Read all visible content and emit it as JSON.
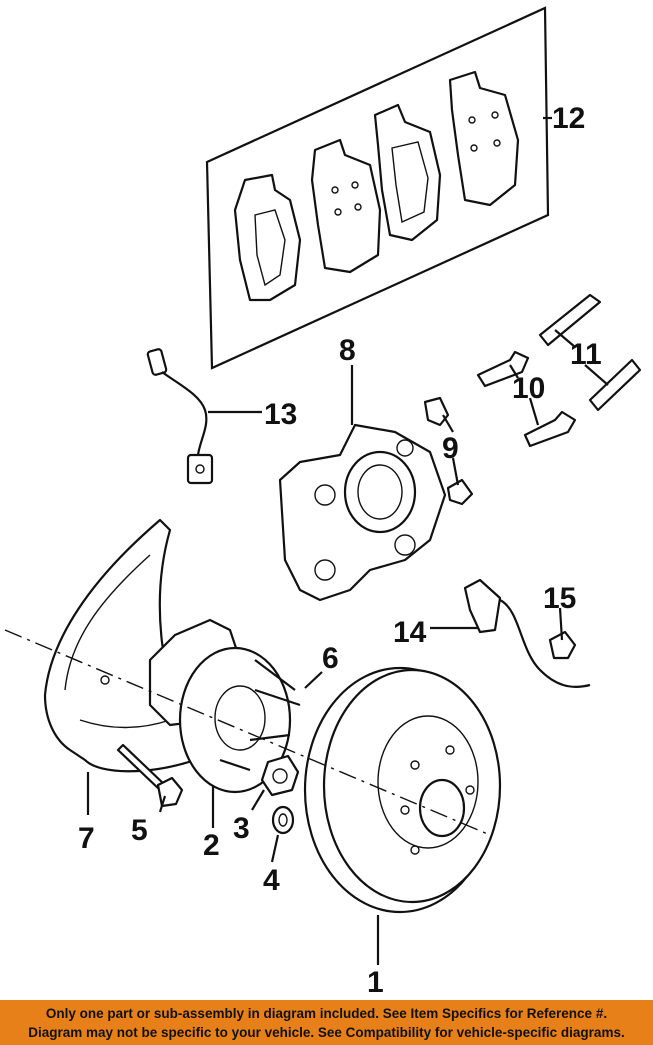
{
  "callouts": [
    "1",
    "2",
    "3",
    "4",
    "5",
    "6",
    "7",
    "8",
    "9",
    "10",
    "11",
    "12",
    "13",
    "14",
    "15"
  ],
  "notice": {
    "line1": "Only one part or sub-assembly in diagram included. See Item Specifics for Reference #.",
    "line2": "Diagram may not be specific to your vehicle. See Compatibility for vehicle-specific diagrams."
  },
  "colors": {
    "notice_background": "#e8801a",
    "ink": "#111111"
  }
}
